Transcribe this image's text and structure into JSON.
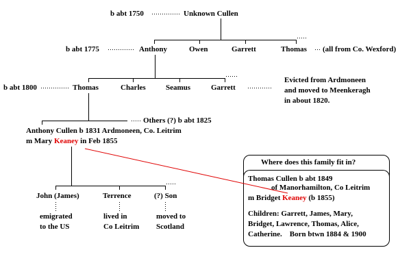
{
  "tree": {
    "gen1": {
      "birth": "b abt 1750",
      "name": "Unknown Cullen"
    },
    "gen2": {
      "birth": "b abt 1775",
      "children": [
        "Anthony",
        "Owen",
        "Garrett",
        "Thomas"
      ],
      "note": "(all from Co. Wexford)"
    },
    "gen3": {
      "birth": "b abt 1800",
      "children": [
        "Thomas",
        "Charles",
        "Seamus",
        "Garrett"
      ],
      "note_lines": [
        "Evicted from Ardmoneen",
        "and moved to Meenkeragh",
        "in about 1820."
      ]
    },
    "gen4": {
      "others": "Others (?) b abt 1825",
      "person_line1": "Anthony Cullen b 1831 Ardmoneen, Co. Leitrim",
      "person_line2_pre": "m Mary ",
      "person_line2_surname": "Keaney",
      "person_line2_post": " in Feb 1855"
    },
    "gen5": {
      "children": [
        {
          "name": "John (James)",
          "note_lines": [
            "emigrated",
            "to the US"
          ]
        },
        {
          "name": "Terrence",
          "note_lines": [
            "lived in",
            "Co Leitrim"
          ]
        },
        {
          "name": "(?) Son",
          "note_lines": [
            "moved to",
            "Scotland"
          ]
        }
      ]
    }
  },
  "family_box": {
    "title": "Where does this family fit in?",
    "line1": "Thomas Cullen b abt 1849",
    "line2": "of Manorhamilton, Co Leitrim",
    "line3_pre": "m Bridget ",
    "line3_surname": "Keaney",
    "line3_post": " (b 1855)",
    "children_lines": [
      "Children: Garrett, James, Mary,",
      "Bridget, Lawrence, Thomas, Alice,",
      "Catherine.    Born btwn 1884 & 1900"
    ]
  },
  "colors": {
    "link_line": "#e00000",
    "surname_highlight": "#e00000"
  }
}
